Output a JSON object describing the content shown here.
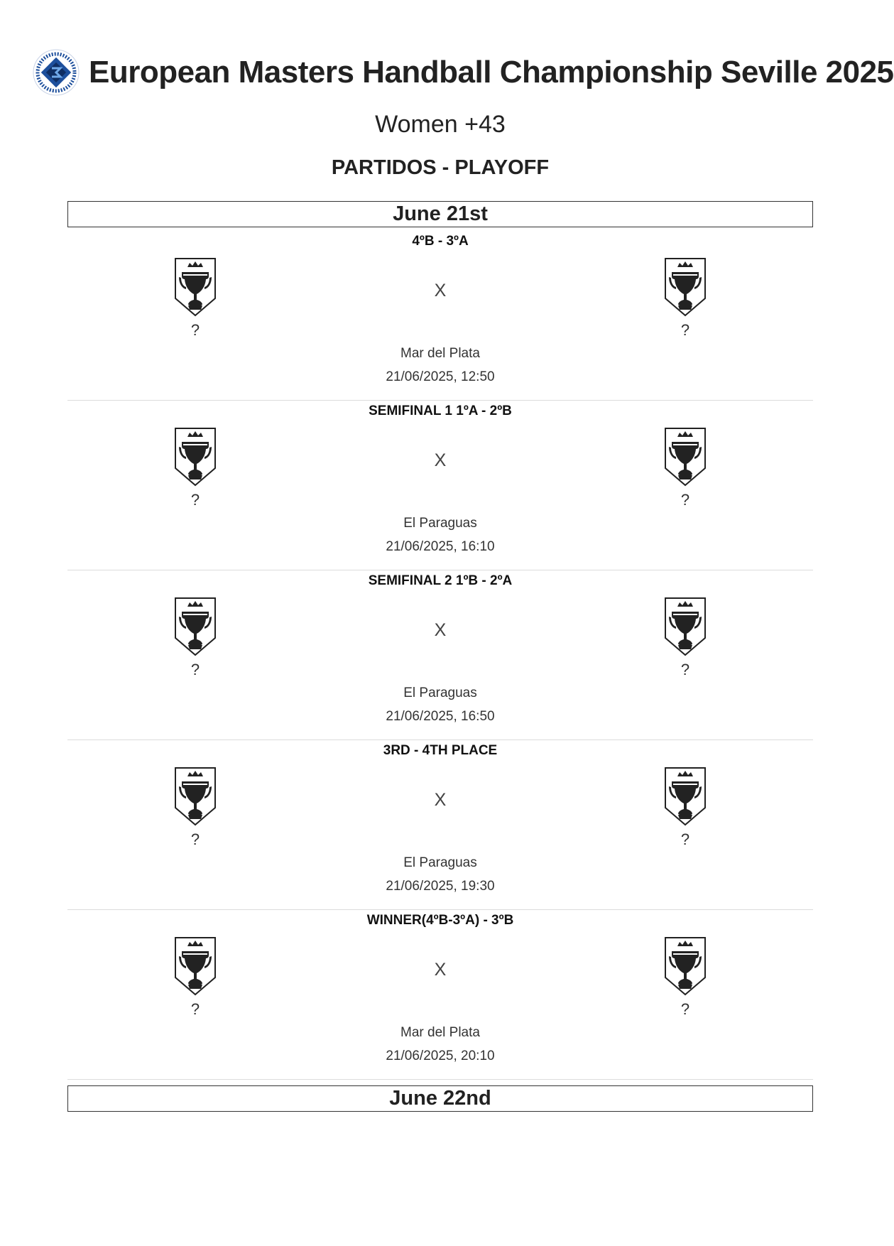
{
  "header": {
    "title": "European Masters Handball Championship Seville 2025",
    "logo_icon": "championship-logo-icon",
    "category": "Women +43",
    "phase": "PARTIDOS - PLAYOFF"
  },
  "colors": {
    "text": "#222222",
    "logo_blue": "#1d4f9c",
    "logo_dark": "#0f2e63",
    "crest": "#222222"
  },
  "days": [
    {
      "label": "June 21st",
      "matches": [
        {
          "title": "4ºB - 3ºA",
          "home": "?",
          "away": "?",
          "vs": "X",
          "venue": "Mar del Plata",
          "datetime": "21/06/2025, 12:50"
        },
        {
          "title": "SEMIFINAL 1 1ºA - 2ºB",
          "home": "?",
          "away": "?",
          "vs": "X",
          "venue": "El Paraguas",
          "datetime": "21/06/2025, 16:10"
        },
        {
          "title": "SEMIFINAL 2 1ºB - 2ºA",
          "home": "?",
          "away": "?",
          "vs": "X",
          "venue": "El Paraguas",
          "datetime": "21/06/2025, 16:50"
        },
        {
          "title": "3RD - 4TH PLACE",
          "home": "?",
          "away": "?",
          "vs": "X",
          "venue": "El Paraguas",
          "datetime": "21/06/2025, 19:30"
        },
        {
          "title": "WINNER(4ºB-3ºA) - 3ºB",
          "home": "?",
          "away": "?",
          "vs": "X",
          "venue": "Mar del Plata",
          "datetime": "21/06/2025, 20:10"
        }
      ]
    },
    {
      "label": "June 22nd",
      "matches": []
    }
  ],
  "icons": {
    "team_crest": "trophy-crest-icon"
  }
}
